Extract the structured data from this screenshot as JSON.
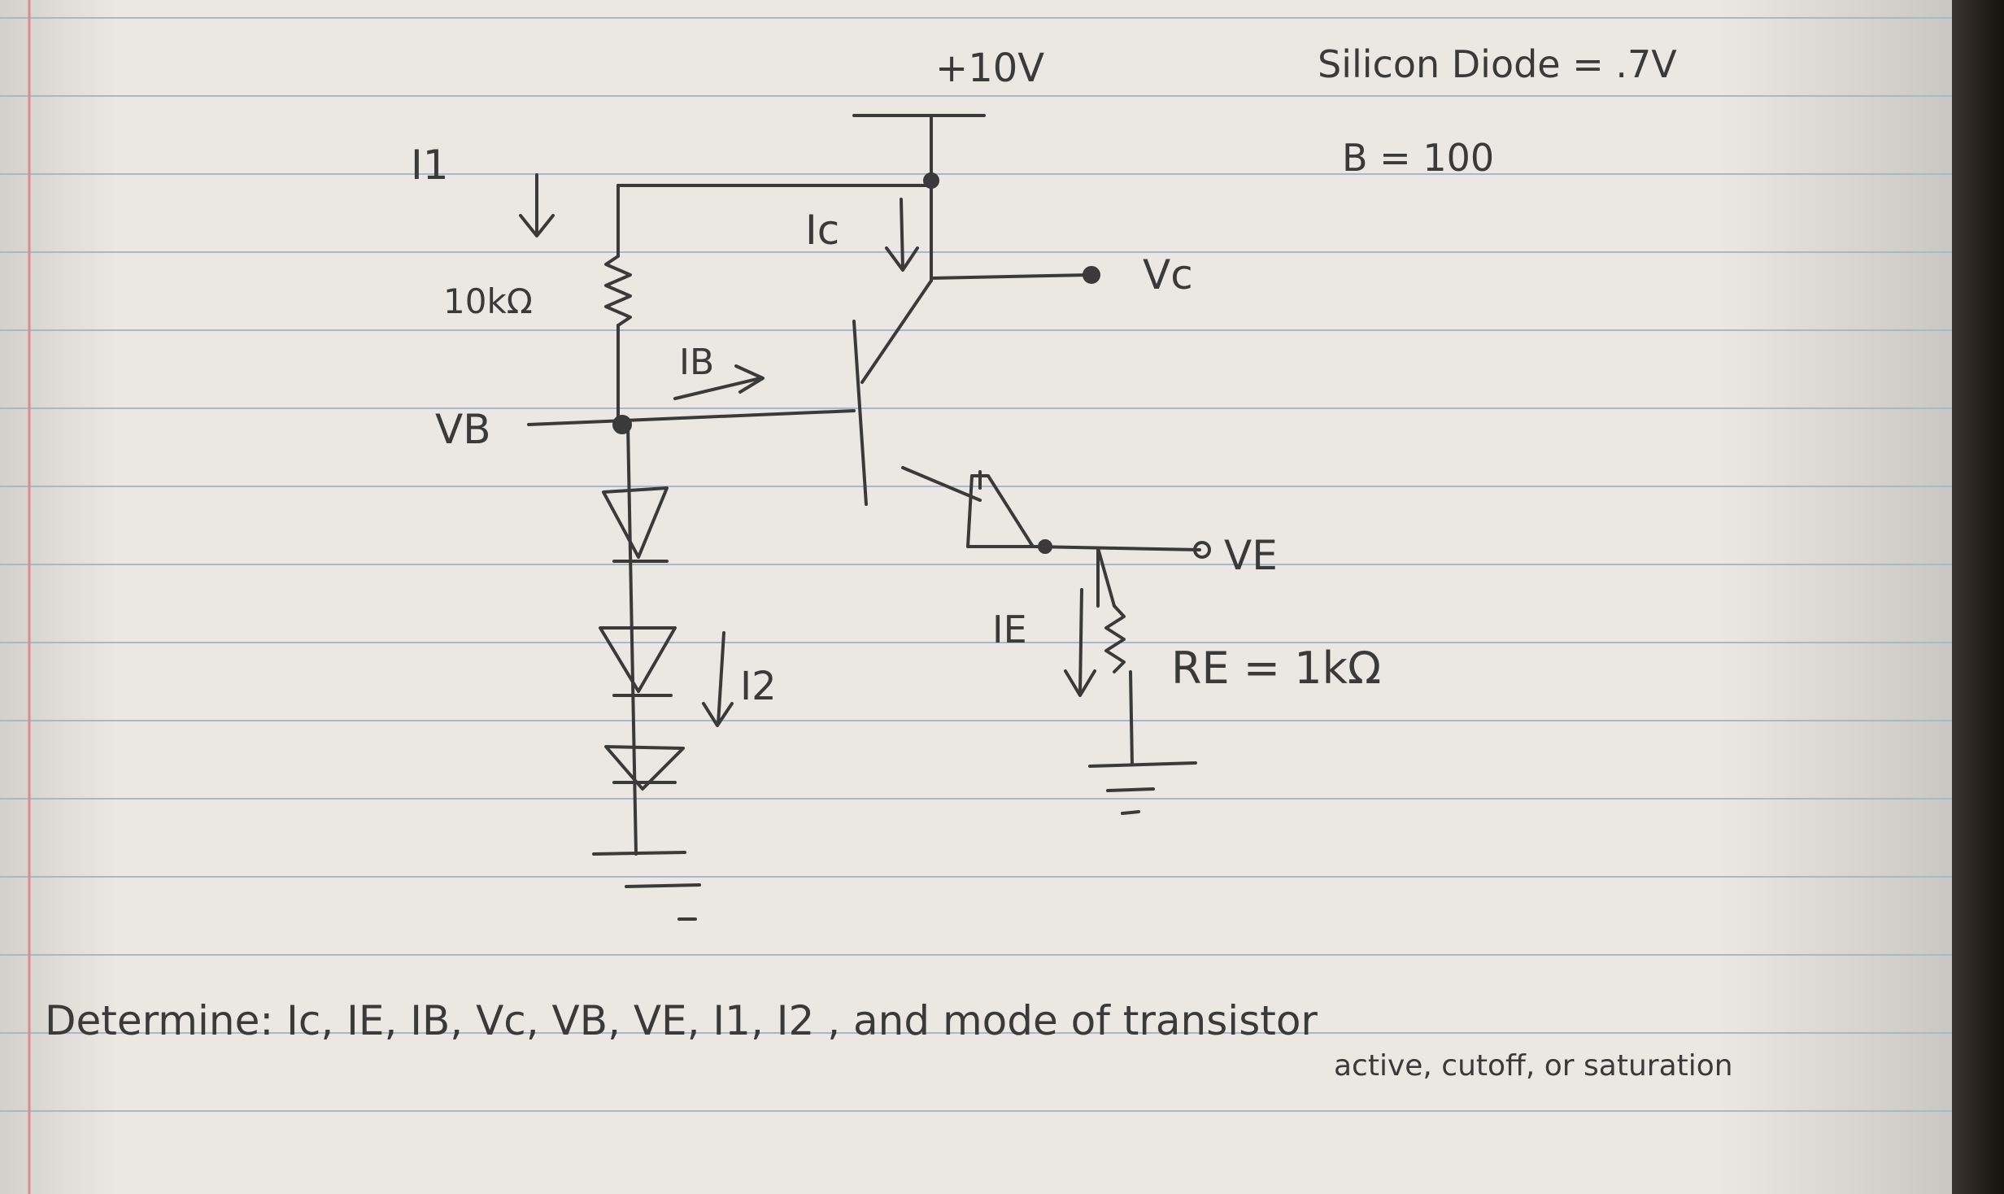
{
  "circuit": {
    "supply_label": "+10V",
    "diode_note": "Silicon Diode = .7V",
    "beta_note": "B = 100",
    "i1_label": "I1",
    "resistor_top_label": "10kΩ",
    "ic_label": "Ic",
    "vc_label": "Vc",
    "ib_label": "IB",
    "vb_label": "VB",
    "ve_label": "VE",
    "ie_label": "IE",
    "i2_label": "I2",
    "re_label": "RE = 1kΩ"
  },
  "question": {
    "line1": "Determine: Ic, IE, IB, Vc, VB, VE, I1, I2 , and mode of transistor",
    "line2": "active, cutoff, or saturation"
  },
  "colors": {
    "paper": "#ebe8e3",
    "rule_lines": "#a9b7c7",
    "margin_line": "#d98c8c",
    "pencil": "#3a3a3a"
  }
}
